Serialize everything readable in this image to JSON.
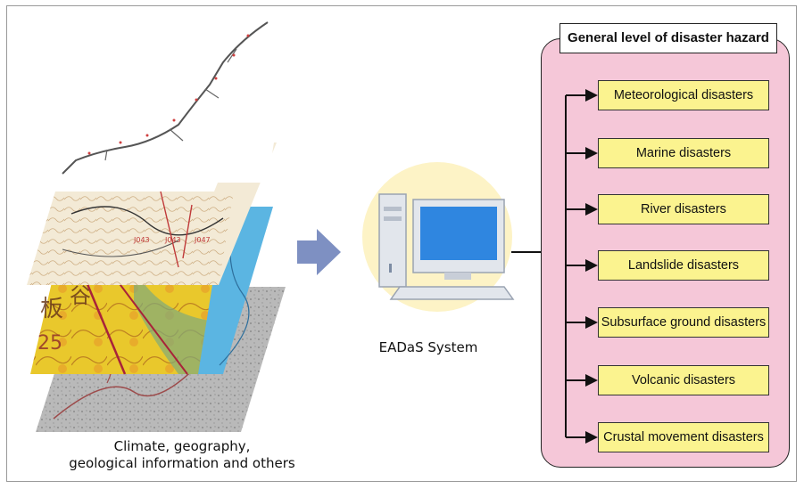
{
  "left": {
    "caption_line1": "Climate, geography,",
    "caption_line2": "geological information and others"
  },
  "center": {
    "system_label": "EADaS System"
  },
  "right": {
    "title": "General level of disaster hazard",
    "items": [
      "Meteorological disasters",
      "Marine disasters",
      "River disasters",
      "Landslide disasters",
      "Subsurface ground disasters",
      "Volcanic disasters",
      "Crustal movement disasters"
    ]
  },
  "colors": {
    "panel_fill": "#f5c7d8",
    "item_fill": "#fbf38f",
    "arrow_fill": "#7e90c2",
    "circle_fill": "#fdf3c6",
    "monitor_blue": "#2f86e0"
  }
}
